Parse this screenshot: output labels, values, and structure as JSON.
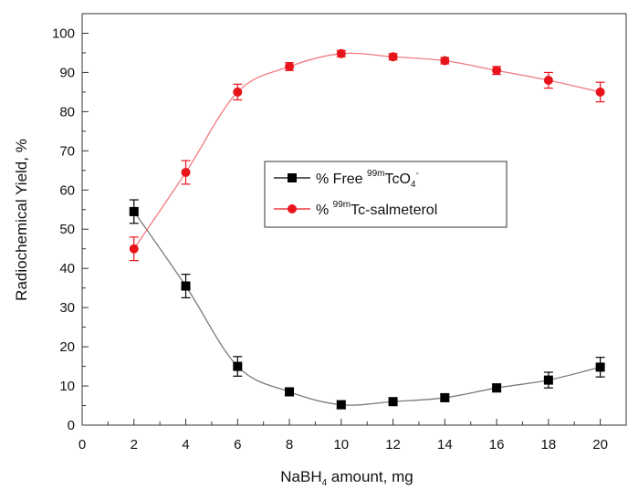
{
  "chart_data": {
    "type": "line",
    "title": "",
    "xlabel": {
      "before": "NaBH",
      "sub": "4",
      "after": " amount, mg"
    },
    "ylabel": "Radiochemical Yield, %",
    "xlim": [
      0,
      21
    ],
    "ylim": [
      0,
      105
    ],
    "x_ticks": [
      0,
      2,
      4,
      6,
      8,
      10,
      12,
      14,
      16,
      18,
      20
    ],
    "y_ticks": [
      0,
      10,
      20,
      30,
      40,
      50,
      60,
      70,
      80,
      90,
      100
    ],
    "grid": false,
    "legend_position": "center-right",
    "series": [
      {
        "name": "% Free 99mTcO4-",
        "legend": {
          "prefix": "% Free ",
          "sup": "99m",
          "main": "TcO",
          "sub": "4",
          "sup2": "-"
        },
        "marker": "square",
        "color": "#000000",
        "line_color": "#7a7a7a",
        "x": [
          2,
          4,
          6,
          8,
          10,
          12,
          14,
          16,
          18,
          20
        ],
        "y": [
          54.5,
          35.5,
          15,
          8.5,
          5.2,
          6,
          7,
          9.5,
          11.5,
          14.8
        ],
        "err": [
          3,
          3,
          2.5,
          1,
          1,
          0.8,
          0.8,
          1,
          2,
          2.5
        ]
      },
      {
        "name": "% 99mTc-salmeterol",
        "legend": {
          "prefix": "% ",
          "sup": "99m",
          "main": "Tc-salmeterol"
        },
        "marker": "circle",
        "color": "#e8141b",
        "line_color": "#f07a7e",
        "x": [
          2,
          4,
          6,
          8,
          10,
          12,
          14,
          16,
          18,
          20
        ],
        "y": [
          45,
          64.5,
          85,
          91.5,
          94.8,
          94,
          93,
          90.5,
          88,
          85
        ],
        "err": [
          3,
          3,
          2,
          1,
          0.8,
          0.8,
          0.8,
          1,
          2,
          2.5
        ]
      }
    ]
  }
}
